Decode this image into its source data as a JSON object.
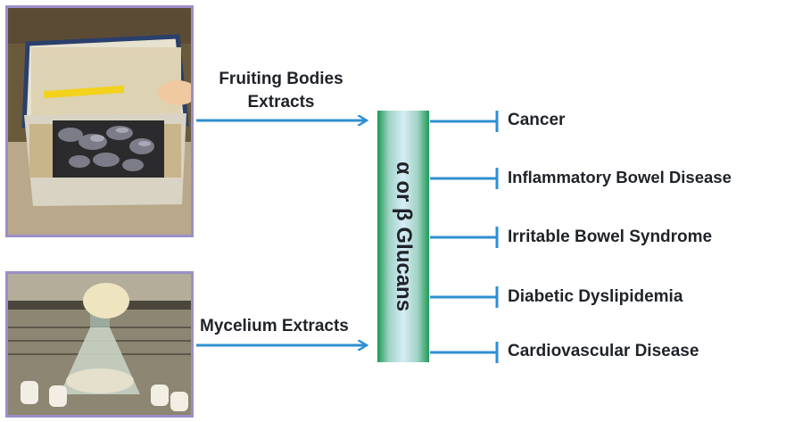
{
  "inputs": {
    "fruiting": "Fruiting Bodies\nExtracts",
    "mycelium": "Mycelium Extracts"
  },
  "center_label": "α or β Glucans",
  "targets": [
    "Cancer",
    "Inflammatory Bowel Disease",
    "Irritable Bowel Syndrome",
    "Diabetic Dyslipidemia",
    "Cardiovascular Disease"
  ],
  "colors": {
    "arrow": "#2f8fd0",
    "frame": "#9b8ec8",
    "bar_edge": "#1f9a56",
    "bar_mid": "#d7ecf7"
  }
}
